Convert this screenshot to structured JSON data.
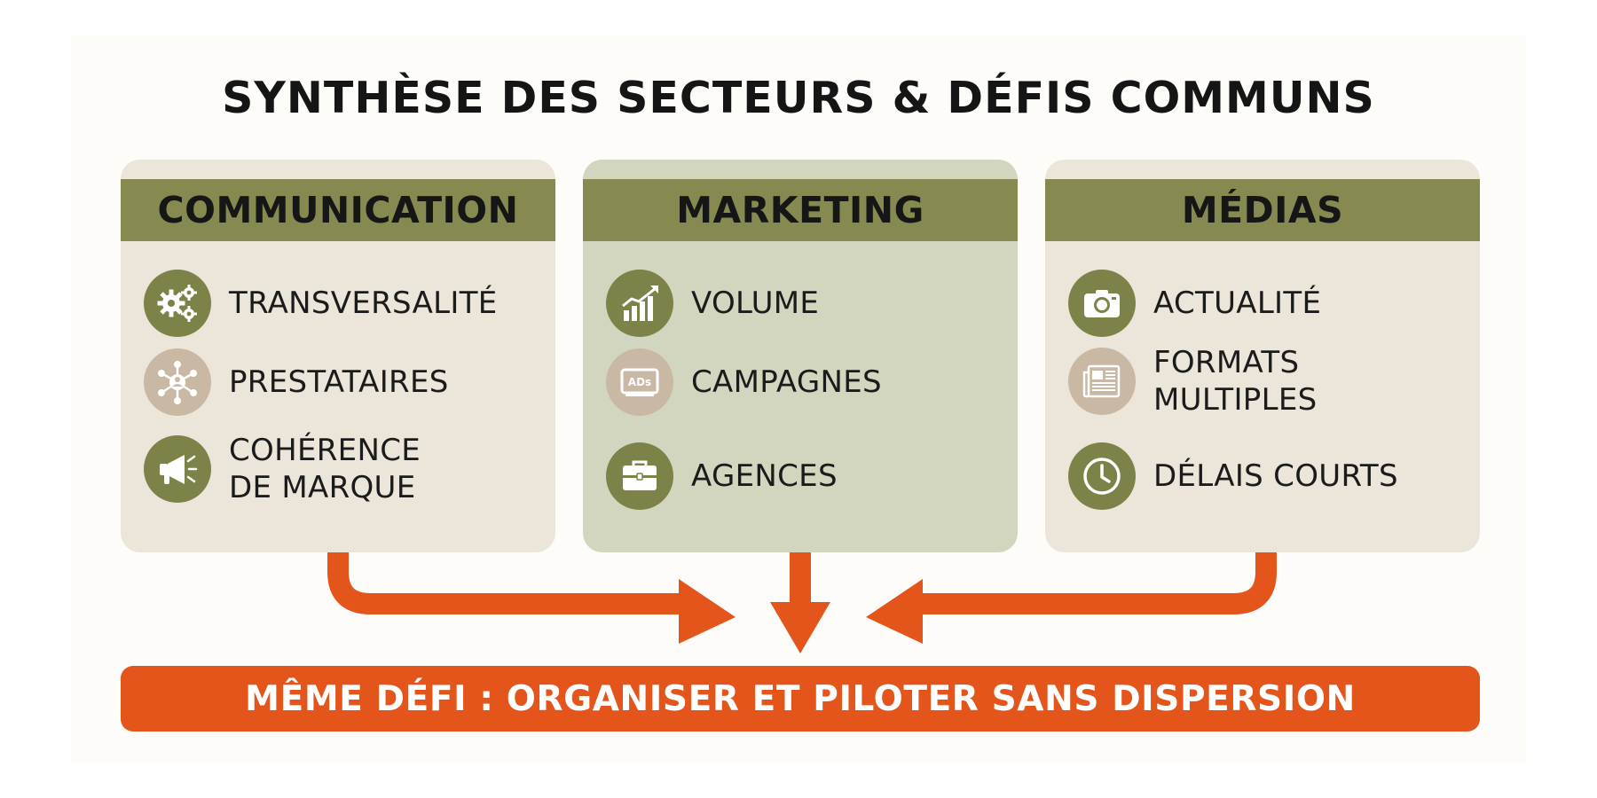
{
  "title": "SYNTHÈSE DES SECTEURS & DÉFIS COMMUNS",
  "columns": [
    {
      "header": "COMMUNICATION",
      "items": [
        {
          "icon": "gears-icon",
          "lines": [
            "TRANSVERSALITÉ"
          ]
        },
        {
          "icon": "network-icon",
          "lines": [
            "PRESTATAIRES"
          ]
        },
        {
          "icon": "megaphone-icon",
          "lines": [
            "COHÉRENCE",
            "DE MARQUE"
          ]
        }
      ]
    },
    {
      "header": "MARKETING",
      "items": [
        {
          "icon": "growth-chart-icon",
          "lines": [
            "VOLUME"
          ]
        },
        {
          "icon": "ads-screen-icon",
          "lines": [
            "CAMPAGNES"
          ]
        },
        {
          "icon": "briefcase-icon",
          "lines": [
            "AGENCES"
          ]
        }
      ]
    },
    {
      "header": "MÉDIAS",
      "items": [
        {
          "icon": "camera-icon",
          "lines": [
            "ACTUALITÉ"
          ]
        },
        {
          "icon": "newspaper-icon",
          "lines": [
            "FORMATS",
            "MULTIPLES"
          ]
        },
        {
          "icon": "clock-icon",
          "lines": [
            "DÉLAIS COURTS"
          ]
        }
      ]
    }
  ],
  "ads_icon_text": "ADs",
  "banner": "MÊME DÉFI : ORGANISER ET PILOTER SANS DISPERSION",
  "colors": {
    "header": "#868a50",
    "card": "#ebe5da",
    "card_highlight": "#d2d6bf",
    "icon_olive": "#7d8249",
    "icon_tan": "#c9b8a4",
    "accent": "#e4551c"
  }
}
